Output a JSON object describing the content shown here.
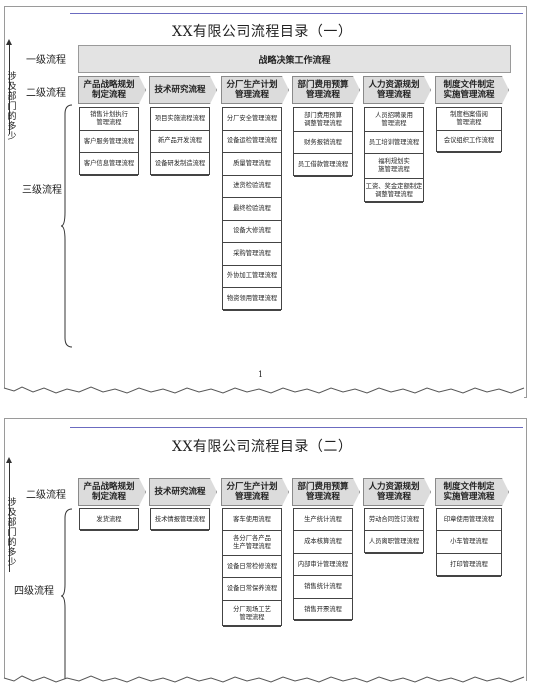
{
  "page1": {
    "title": "XX有限公司流程目录（一）",
    "side_label": [
      "涉",
      "及",
      "部",
      "门",
      "的",
      "多",
      "少"
    ],
    "level1": "一级流程",
    "level2": "二级流程",
    "level3": "三级流程",
    "strategy": "战略决策工作流程",
    "page_number": "1",
    "columns": [
      {
        "header": [
          "产品战略规划",
          "制定流程"
        ],
        "cells": [
          [
            "销售计划执行",
            "管理流程"
          ],
          [
            "客户服务管理流程"
          ],
          [
            "客户信息管理流程"
          ]
        ]
      },
      {
        "header": [
          "技术研究流程"
        ],
        "cells": [
          [
            "项目实施流程流程"
          ],
          [
            "新产品开发流程"
          ],
          [
            "设备研发制造流程"
          ]
        ]
      },
      {
        "header": [
          "分厂生产计划",
          "管理流程"
        ],
        "cells": [
          [
            "分厂安全管理流程"
          ],
          [
            "设备运检管理流程"
          ],
          [
            "质量管理流程"
          ],
          [
            "进货检验流程"
          ],
          [
            "最终检验流程"
          ],
          [
            "设备大修流程"
          ],
          [
            "采购管理流程"
          ],
          [
            "外协加工管理流程"
          ],
          [
            "物资领用管理流程"
          ]
        ]
      },
      {
        "header": [
          "部门费用预算",
          "管理流程"
        ],
        "cells": [
          [
            "部门费用预算",
            "调整管理流程"
          ],
          [
            "财务报销流程"
          ],
          [
            "员工借款管理流程"
          ]
        ]
      },
      {
        "header": [
          "人力资源规划",
          "管理流程"
        ],
        "cells": [
          [
            "人员招聘录用",
            "管理流程"
          ],
          [
            "员工培训管理流程"
          ],
          [
            "福利规划实",
            "施管理流程"
          ],
          [
            "工资、奖金定额制定",
            "调整管理流程"
          ]
        ]
      },
      {
        "header": [
          "制度文件制定",
          "实施管理流程"
        ],
        "cells": [
          [
            "制度档案借阅",
            "管理流程"
          ],
          [
            "会议组织工作流程"
          ]
        ]
      }
    ]
  },
  "page2": {
    "title": "XX有限公司流程目录（二）",
    "side_label": [
      "涉",
      "及",
      "部",
      "门",
      "的",
      "多",
      "少"
    ],
    "level2": "二级流程",
    "level4": "四级流程",
    "columns": [
      {
        "header": [
          "产品战略规划",
          "制定流程"
        ],
        "cells": [
          [
            "发货流程"
          ]
        ]
      },
      {
        "header": [
          "技术研究流程"
        ],
        "cells": [
          [
            "技术情报管理流程"
          ]
        ]
      },
      {
        "header": [
          "分厂生产计划",
          "管理流程"
        ],
        "cells": [
          [
            "客车使用流程"
          ],
          [
            "各分厂各产品",
            "生产管理流程"
          ],
          [
            "设备日常检修流程"
          ],
          [
            "设备日常保养流程"
          ],
          [
            "分厂现场工艺",
            "管理流程"
          ]
        ]
      },
      {
        "header": [
          "部门费用预算",
          "管理流程"
        ],
        "cells": [
          [
            "生产统计流程"
          ],
          [
            "成本核算流程"
          ],
          [
            "内部审计管理流程"
          ],
          [
            "销售统计流程"
          ],
          [
            "销售开票流程"
          ]
        ]
      },
      {
        "header": [
          "人力资源规划",
          "管理流程"
        ],
        "cells": [
          [
            "劳动合同签订流程"
          ],
          [
            "人员离职管理流程"
          ]
        ]
      },
      {
        "header": [
          "制度文件制定",
          "实施管理流程"
        ],
        "cells": [
          [
            "印章使用管理流程"
          ],
          [
            "小车管理流程"
          ],
          [
            "打印管理流程"
          ]
        ]
      }
    ]
  }
}
